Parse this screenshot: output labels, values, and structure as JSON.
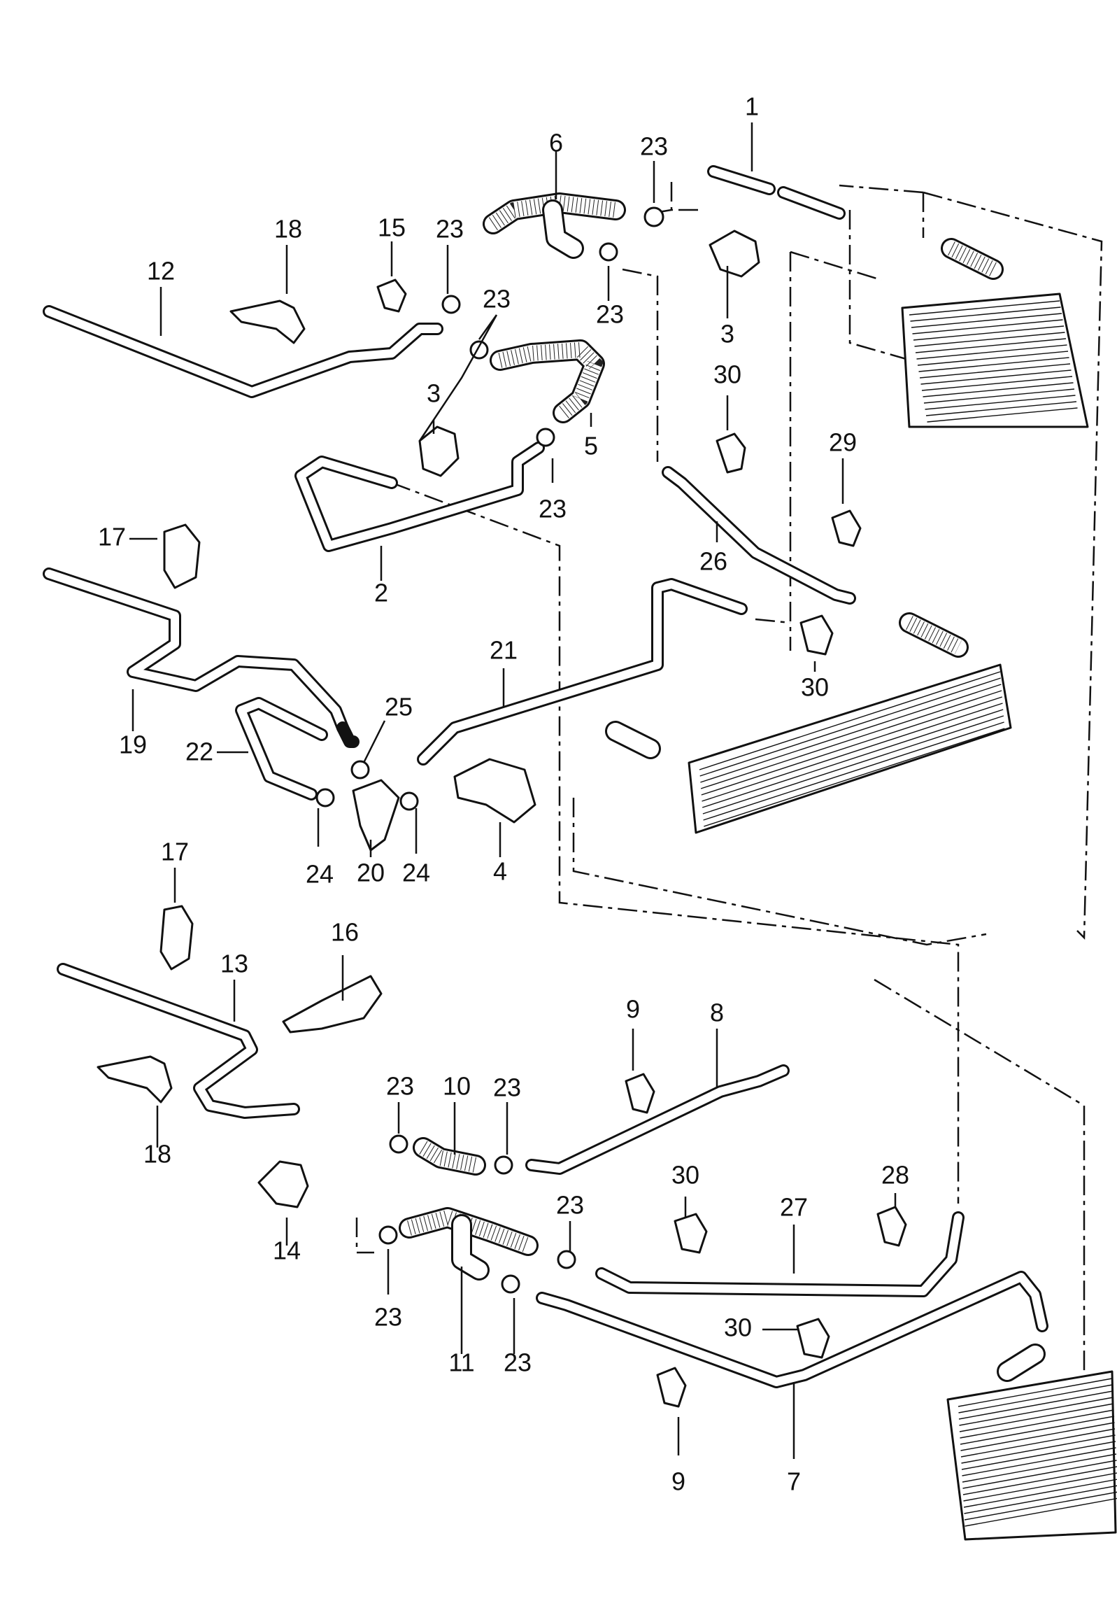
{
  "callouts": [
    {
      "id": "c1",
      "text": "1"
    },
    {
      "id": "c6",
      "text": "6"
    },
    {
      "id": "c23a",
      "text": "23"
    },
    {
      "id": "c18a",
      "text": "18"
    },
    {
      "id": "c15",
      "text": "15"
    },
    {
      "id": "c23b",
      "text": "23"
    },
    {
      "id": "c12",
      "text": "12"
    },
    {
      "id": "c23c",
      "text": "23"
    },
    {
      "id": "c23d",
      "text": "23"
    },
    {
      "id": "c3a",
      "text": "3"
    },
    {
      "id": "c30a",
      "text": "30"
    },
    {
      "id": "c3b",
      "text": "3"
    },
    {
      "id": "c5",
      "text": "5"
    },
    {
      "id": "c29",
      "text": "29"
    },
    {
      "id": "c23e",
      "text": "23"
    },
    {
      "id": "c17a",
      "text": "17"
    },
    {
      "id": "c26",
      "text": "26"
    },
    {
      "id": "c2",
      "text": "2"
    },
    {
      "id": "c21",
      "text": "21"
    },
    {
      "id": "c30b",
      "text": "30"
    },
    {
      "id": "c25",
      "text": "25"
    },
    {
      "id": "c19",
      "text": "19"
    },
    {
      "id": "c22",
      "text": "22"
    },
    {
      "id": "c24a",
      "text": "24"
    },
    {
      "id": "c20",
      "text": "20"
    },
    {
      "id": "c24b",
      "text": "24"
    },
    {
      "id": "c4",
      "text": "4"
    },
    {
      "id": "c17b",
      "text": "17"
    },
    {
      "id": "c16",
      "text": "16"
    },
    {
      "id": "c13",
      "text": "13"
    },
    {
      "id": "c9a",
      "text": "9"
    },
    {
      "id": "c8",
      "text": "8"
    },
    {
      "id": "c23f",
      "text": "23"
    },
    {
      "id": "c10",
      "text": "10"
    },
    {
      "id": "c23g",
      "text": "23"
    },
    {
      "id": "c18b",
      "text": "18"
    },
    {
      "id": "c30c",
      "text": "30"
    },
    {
      "id": "c28",
      "text": "28"
    },
    {
      "id": "c23h",
      "text": "23"
    },
    {
      "id": "c27",
      "text": "27"
    },
    {
      "id": "c14",
      "text": "14"
    },
    {
      "id": "c23i",
      "text": "23"
    },
    {
      "id": "c30d",
      "text": "30"
    },
    {
      "id": "c11",
      "text": "11"
    },
    {
      "id": "c23j",
      "text": "23"
    },
    {
      "id": "c9b",
      "text": "9"
    },
    {
      "id": "c7",
      "text": "7"
    }
  ]
}
